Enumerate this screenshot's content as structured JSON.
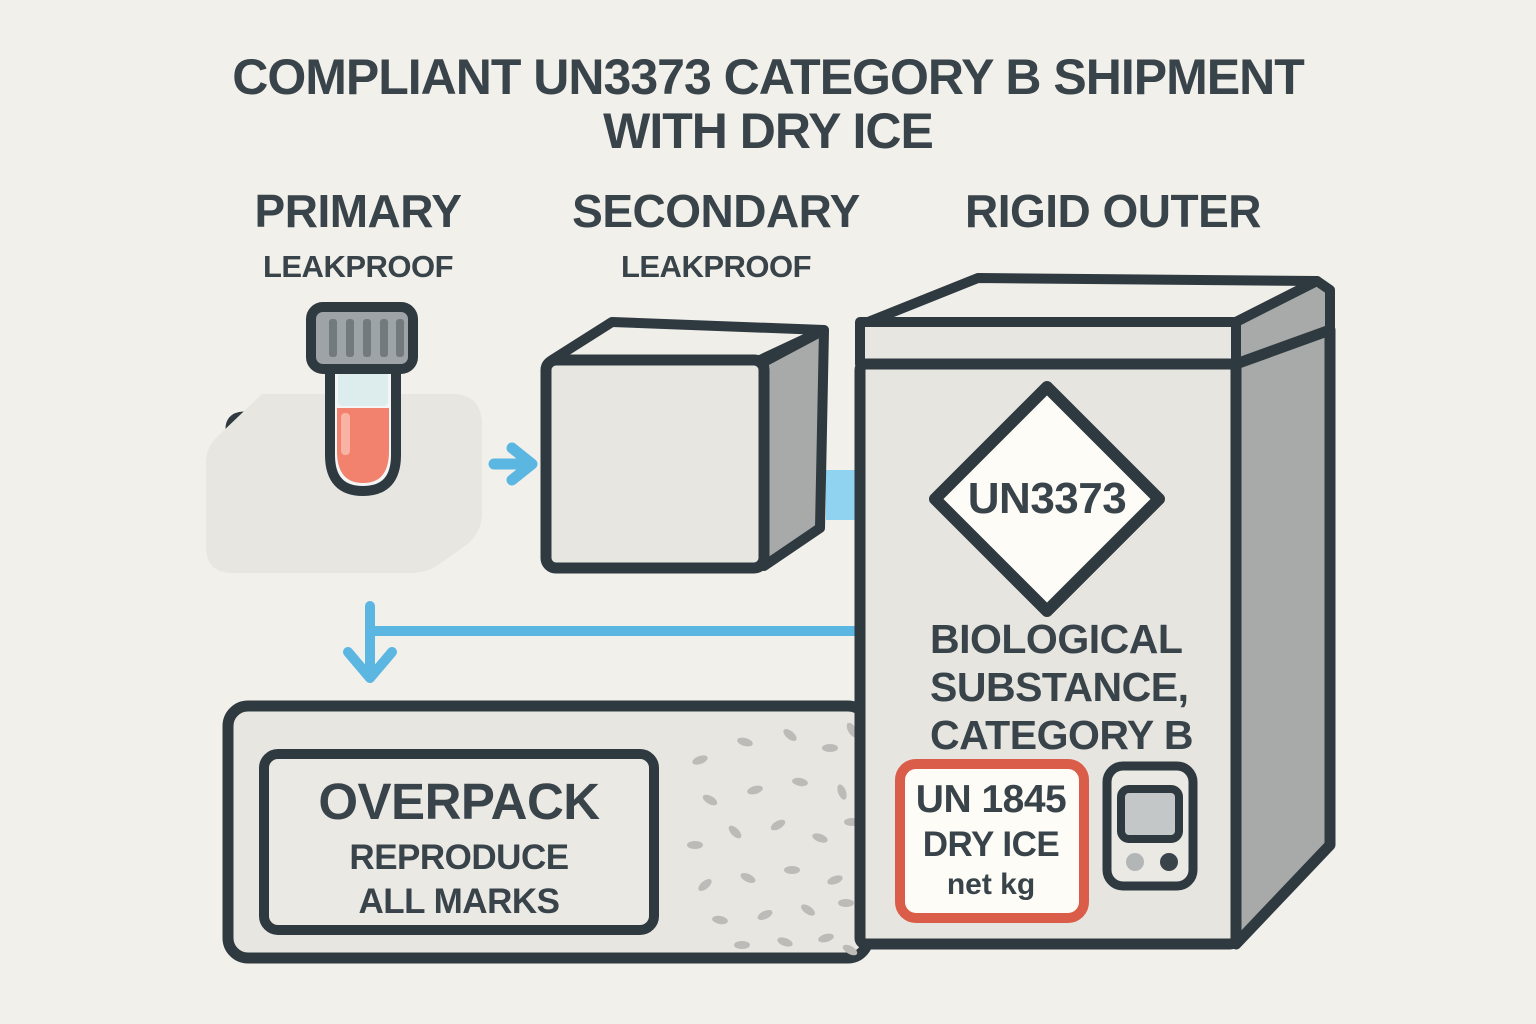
{
  "title": {
    "line1": "COMPLIANT UN3373 CATEGORY B SHIPMENT",
    "line2": "WITH DRY ICE"
  },
  "sections": {
    "primary": {
      "label": "PRIMARY",
      "sublabel": "LEAKPROOF"
    },
    "secondary": {
      "label": "SECONDARY",
      "sublabel": "LEAKPROOF"
    },
    "outer": {
      "label": "RIGID OUTER"
    }
  },
  "outer_box": {
    "diamond_label": "UN3373",
    "substance_marking": {
      "line1": "BIOLOGICAL",
      "line2": "SUBSTANCE,",
      "line3": "CATEGORY B"
    },
    "dry_ice_label": {
      "line1": "UN 1845",
      "line2": "DRY ICE",
      "line3": "net kg"
    }
  },
  "overpack": {
    "title": "OVERPACK",
    "line1": "REPRODUCE",
    "line2": "ALL MARKS"
  },
  "colors": {
    "background": "#f2f0ea",
    "accent_blue": "#5cb6e2",
    "hazard_red": "#d95d49",
    "liquid": "#f2816d"
  }
}
